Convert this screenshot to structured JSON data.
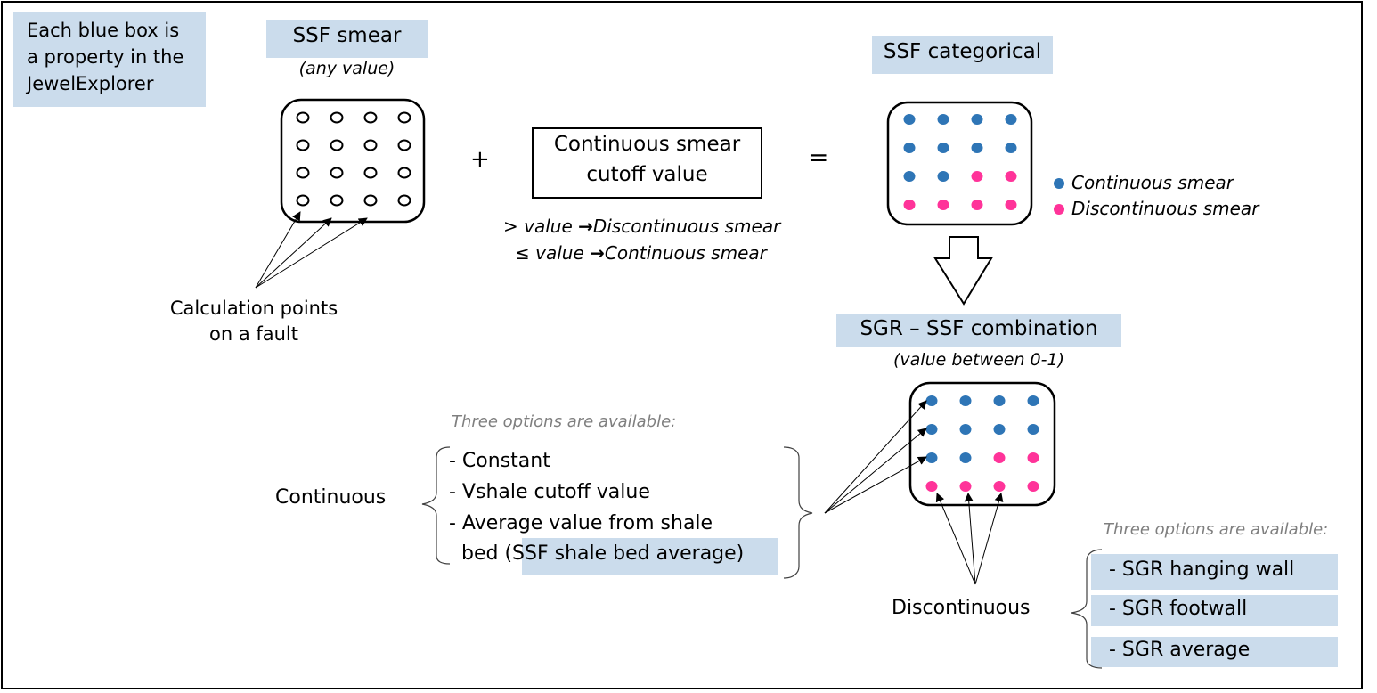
{
  "legend_note": {
    "lines": [
      "Each blue box is",
      "a property in the",
      "JewelExplorer"
    ]
  },
  "ssf_smear": {
    "title": "SSF smear",
    "subtitle": "(any value)"
  },
  "calc_points_label": {
    "lines": [
      "Calculation points",
      "on a fault"
    ]
  },
  "operators": {
    "plus": "+",
    "equals": "="
  },
  "cutoff_box": {
    "lines": [
      "Continuous smear",
      "cutoff value"
    ]
  },
  "cutoff_rules": {
    "gt": {
      "symbol": ">",
      "value": "value",
      "arrow": "→",
      "result": "Discontinuous smear"
    },
    "le": {
      "symbol": "≤",
      "value": "value",
      "arrow": "→",
      "result": "Continuous smear"
    }
  },
  "ssf_categorical": {
    "title": "SSF categorical"
  },
  "point_legend": {
    "continuous": "Continuous smear",
    "discontinuous": "Discontinuous smear"
  },
  "colors": {
    "continuous": "#2e75b6",
    "discontinuous": "#ff3399",
    "property_box": "#cbdcec",
    "hint_text": "#7f7f7f"
  },
  "grids": {
    "categorical_pattern": [
      [
        "C",
        "C",
        "C",
        "C"
      ],
      [
        "C",
        "C",
        "C",
        "C"
      ],
      [
        "C",
        "C",
        "D",
        "D"
      ],
      [
        "D",
        "D",
        "D",
        "D"
      ]
    ]
  },
  "sgr_ssf": {
    "title": "SGR – SSF combination",
    "subtitle": "(value between 0-1)"
  },
  "continuous_section": {
    "hint": "Three options are available:",
    "label": "Continuous",
    "options": [
      "- Constant",
      "- Vshale cutoff value",
      "- Average value from shale"
    ],
    "last_line_prefix": "bed (",
    "last_line_highlight": "SSF shale bed average",
    "last_line_suffix": ")"
  },
  "discontinuous_section": {
    "hint": "Three options are available:",
    "label": "Discontinuous",
    "options": [
      "- SGR hanging wall",
      "- SGR footwall",
      "- SGR average"
    ]
  }
}
